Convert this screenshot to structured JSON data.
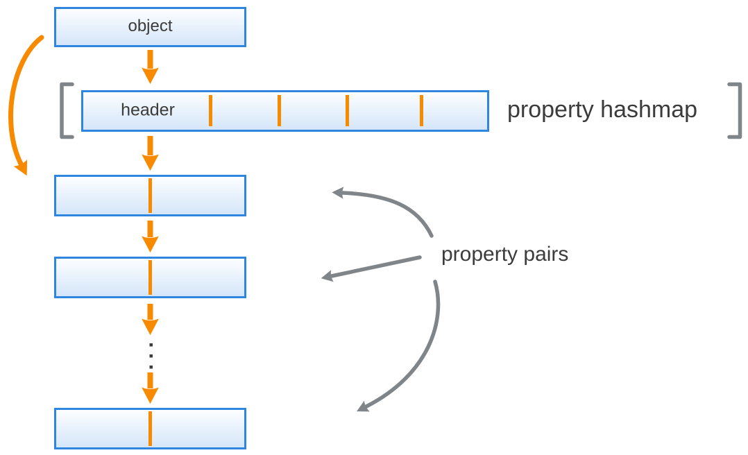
{
  "title": "object property hashmap diagram",
  "colors": {
    "orange": "#f88a00",
    "blue-border": "#2e86e0",
    "box-top": "#fdfeff",
    "box-mid": "#e9f2fc",
    "box-bottom": "#d5e6f9",
    "gray": "#7f8588",
    "text": "#3b3b3b"
  },
  "nodes": {
    "object_label": "object",
    "header_label": "header",
    "hashmap_caption": "property hashmap",
    "pairs_caption": "property pairs"
  }
}
